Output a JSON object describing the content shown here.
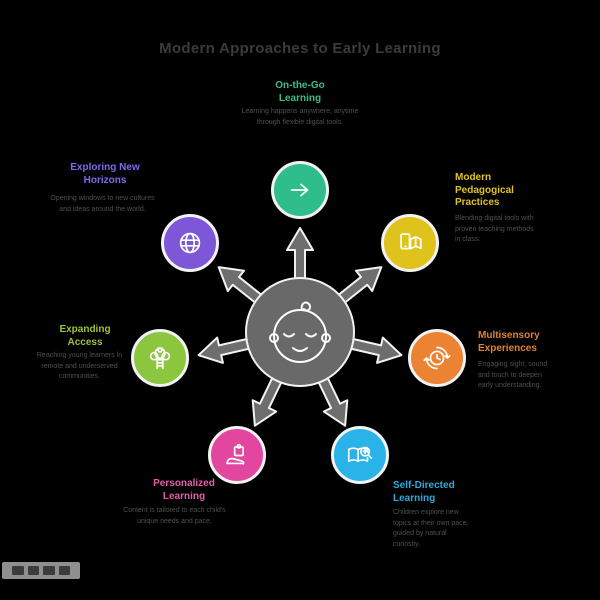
{
  "title": "Modern Approaches to Early Learning",
  "palette": {
    "background": "#000000",
    "title_color": "#3b3b3b",
    "description_color": "#4f4f4f",
    "outline": "#f2f2f2",
    "hub_fill": "#696969",
    "arrow_fill": "#6e6e6e",
    "icon_stroke": "#ffffff",
    "watermark_bar": "#8f8f8f"
  },
  "hub": {
    "icon": "baby-face-icon",
    "spokes": 7
  },
  "nodes": [
    {
      "id": "mobile-learning",
      "position": "top",
      "color": "#2fbd8c",
      "label_color": "#3dbd8a",
      "icon": "arrow-right-icon",
      "label_lines": [
        "On-the-Go",
        "Learning"
      ],
      "description": "Learning happens anywhere, anytime through flexible digital tools."
    },
    {
      "id": "modern-practices",
      "position": "top-right",
      "color": "#dfc31c",
      "label_color": "#e0c41d",
      "icon": "phone-book-icon",
      "label_lines": [
        "Modern",
        "Pedagogical",
        "Practices"
      ],
      "description": "Blending digital tools with proven teaching methods in class."
    },
    {
      "id": "multisensory-experiences",
      "position": "right",
      "color": "#ec8333",
      "label_color": "#e0822f",
      "icon": "clock-cycle-icon",
      "label_lines": [
        "Multisensory",
        "Experiences"
      ],
      "description": "Engaging sight, sound and touch to deepen early understanding."
    },
    {
      "id": "self-directed-learning",
      "position": "bottom-right",
      "color": "#2ab3e8",
      "label_color": "#2da9dd",
      "icon": "book-magnifier-icon",
      "label_lines": [
        "Self-Directed",
        "Learning"
      ],
      "description": "Children explore new topics at their own pace, guided by natural curiosity."
    },
    {
      "id": "personalized-learning",
      "position": "bottom-left",
      "color": "#e2469e",
      "label_color": "#e45fa9",
      "icon": "hand-puzzle-icon",
      "label_lines": [
        "Personalized",
        "Learning"
      ],
      "description": "Content is tailored to each child's unique needs and pace."
    },
    {
      "id": "expanding-access",
      "position": "left",
      "color": "#8cc63f",
      "label_color": "#9cc33c",
      "icon": "tree-ladder-icon",
      "label_lines": [
        "Expanding",
        "Access"
      ],
      "description": "Reaching young learners in remote and underserved communities."
    },
    {
      "id": "global-horizons",
      "position": "top-left",
      "color": "#7e57d8",
      "label_color": "#7a6cee",
      "icon": "globe-icon",
      "label_lines": [
        "Exploring New",
        "Horizons"
      ],
      "description": "Opening windows to new cultures and ideas around the world."
    }
  ]
}
